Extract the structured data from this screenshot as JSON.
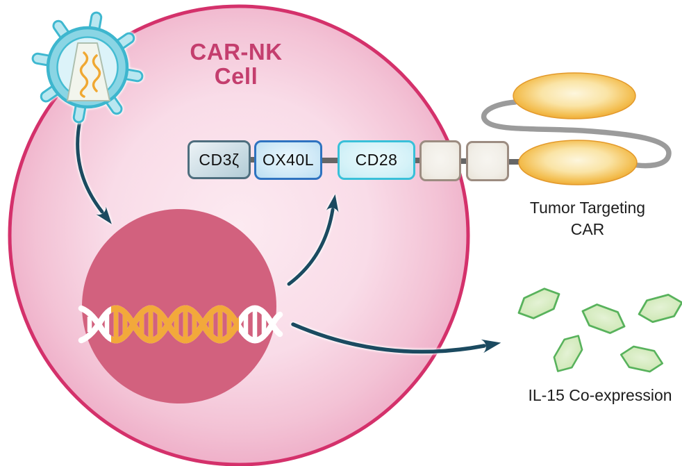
{
  "cell": {
    "title_line1": "CAR-NK",
    "title_line2": "Cell"
  },
  "construct": {
    "domains": [
      {
        "label": "CD3ζ"
      },
      {
        "label": "OX40L"
      },
      {
        "label": "CD28"
      }
    ],
    "hinge_segment_count": 2
  },
  "car": {
    "label_line1": "Tumor Targeting",
    "label_line2": "CAR",
    "scfv_oval_count": 2
  },
  "il15": {
    "label": "IL-15 Co-expression",
    "particle_count": 5
  },
  "colors": {
    "cell_membrane": "#d4316b",
    "cell_fill_center": "#fceaf1",
    "cell_fill_edge": "#efb0c9",
    "nucleus": "#d2617e",
    "dna_orange": "#f2a93b",
    "dna_white": "#ffffff",
    "arrow": "#1b4a60",
    "title_text": "#c43e6e",
    "cd3z_border": "#4e6e7e",
    "ox40l_border": "#2e73c0",
    "cd28_border": "#38c0d9",
    "hinge_border": "#9c8c81",
    "scfv_oval": "#eba02c",
    "linker_rope": "#9b9b9b",
    "il15_fill": "#d3eabc",
    "il15_border": "#58b25c",
    "virus_teal": "#3fb8d0"
  }
}
